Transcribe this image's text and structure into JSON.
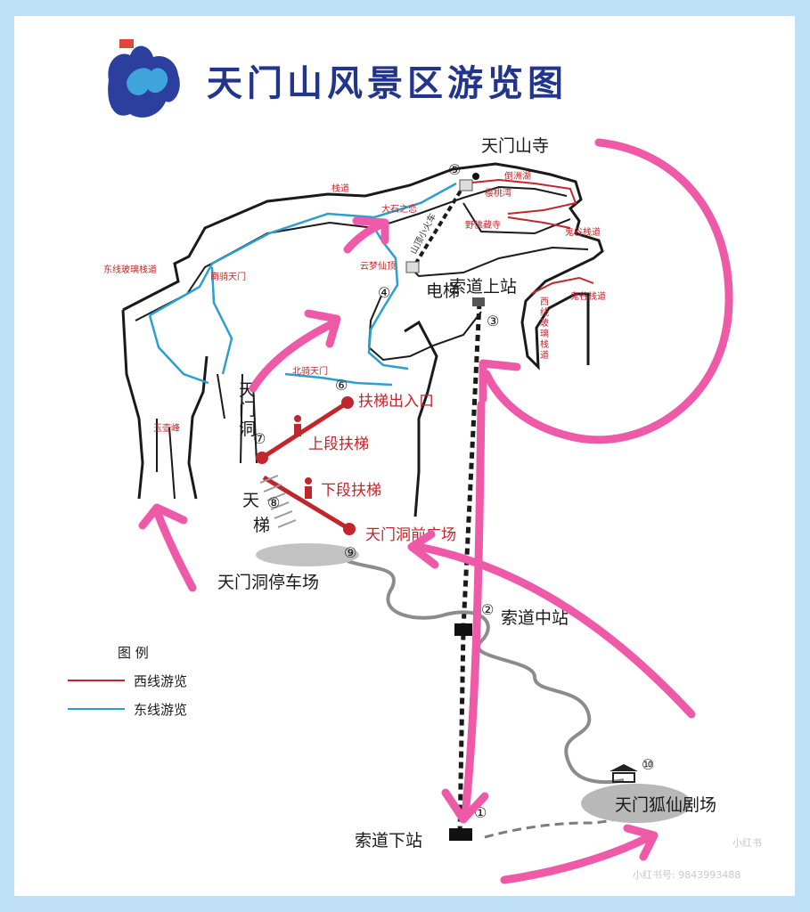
{
  "title": "天门山风景区游览图",
  "places": {
    "temple": "天门山寺",
    "cable_top": "索道上站",
    "cable_mid": "索道中站",
    "cable_bottom": "索道下站",
    "elevator": "电梯",
    "escalator_exit": "扶梯出入口",
    "upper_escalator": "上段扶梯",
    "lower_escalator": "下段扶梯",
    "cave_square": "天门洞前广场",
    "parking": "天门洞停车场",
    "theatre": "天门狐仙剧场",
    "cave_v1": "天",
    "cave_v2": "门",
    "cave_v3": "洞",
    "stairs_v1": "天",
    "stairs_v2": "梯"
  },
  "small_labels": {
    "plank_road": "栈道",
    "big_stone": "大石之恋",
    "cliff_car": "山顶小火车",
    "cherry_bay": "樱桃湾",
    "ghost_valley_1": "鬼谷栈道",
    "ghost_valley_2": "鬼谷栈道",
    "yunmeng_peak": "云梦仙顶",
    "south_gate": "南骑天门",
    "east_glass": "东线玻璃栈道",
    "north_gate": "北骑天门",
    "west_glass_1": "西",
    "west_glass_2": "线",
    "west_glass_3": "玻",
    "west_glass_4": "璃",
    "west_glass_5": "栈",
    "west_glass_6": "道",
    "yuhu": "玉壶峰",
    "small1": "倒洲湖",
    "small2": "野佛藏寺"
  },
  "numbers": [
    "⑤",
    "④",
    "③",
    "⑥",
    "⑦",
    "⑧",
    "⑨",
    "②",
    "①",
    "⑩"
  ],
  "legend": {
    "title": "图 例",
    "west": "西线游览",
    "east": "东线游览"
  },
  "colors": {
    "west_line": "#c0272d",
    "east_line": "#2b9fd0",
    "arrow": "#ef5aa8",
    "frame_bg": "#bfe0f7"
  },
  "watermark": {
    "brand": "小红书",
    "text": "小红书号: 9843993488"
  }
}
